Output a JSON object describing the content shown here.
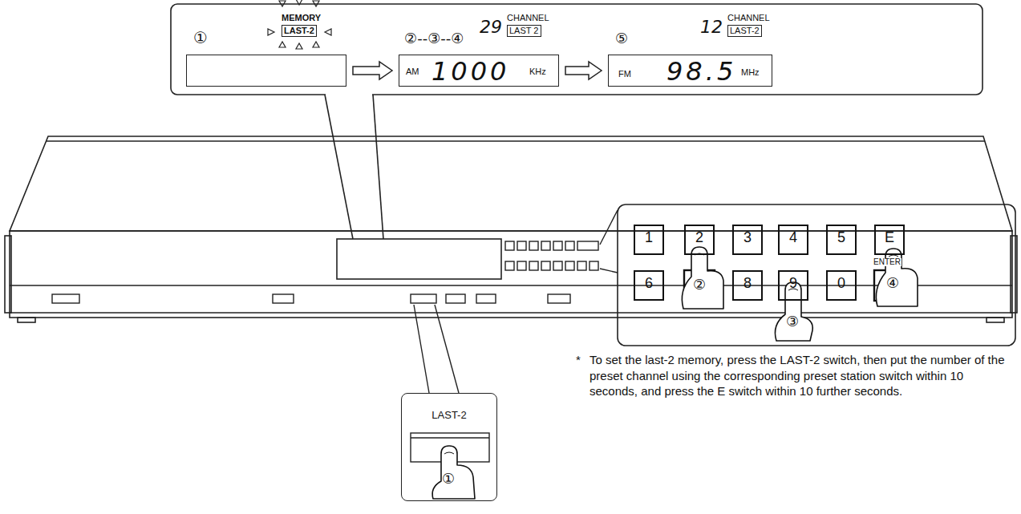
{
  "diagram": {
    "nodes": [
      {
        "text": [
          "①",
          "MEMORY",
          "LAST-2"
        ]
      },
      {
        "text": [
          "②--③--④",
          "29",
          "CHANNEL",
          "LAST 2",
          "AM",
          "1000",
          "KHz"
        ]
      },
      {
        "text": [
          "⑤",
          "12",
          "CHANNEL",
          "LAST-2",
          "FM",
          "98.5",
          "MHz"
        ]
      },
      {
        "text": [
          "1"
        ]
      },
      {
        "text": [
          "2"
        ]
      },
      {
        "text": [
          "3"
        ]
      },
      {
        "text": [
          "4"
        ]
      },
      {
        "text": [
          "5"
        ]
      },
      {
        "text": [
          "E",
          "ENTER"
        ]
      },
      {
        "text": [
          "6"
        ]
      },
      {
        "text": [
          "8"
        ]
      },
      {
        "text": [
          "9"
        ]
      },
      {
        "text": [
          "0"
        ]
      },
      {
        "text": [
          "LAST-2"
        ]
      }
    ],
    "edges": [
      {
        "from": 0,
        "to": 1,
        "arrow": "to"
      },
      {
        "from": 1,
        "to": 2,
        "arrow": "to"
      }
    ],
    "labels": [
      "②",
      "④",
      "③",
      "①",
      "*",
      "To set the last-2 memory, press the LAST-2 switch, then put the number of the preset channel using the corresponding preset station switch within 10 seconds, and press the E switch within 10 further seconds."
    ]
  }
}
